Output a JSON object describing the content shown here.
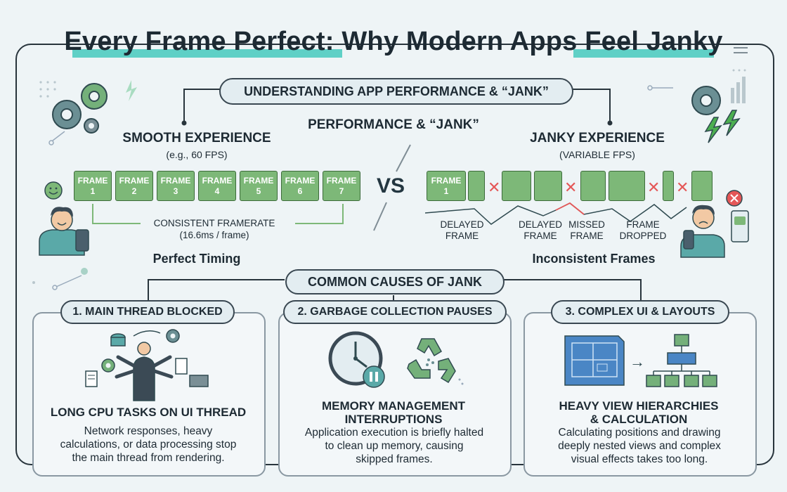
{
  "title": {
    "text": "Every Frame Perfect: Why Modern Apps Feel Janky"
  },
  "understanding": {
    "label": "UNDERSTANDING APP PERFORMANCE & “JANK”",
    "subheading": "PERFORMANCE & “JANK”",
    "vs": "VS"
  },
  "smooth": {
    "title": "SMOOTH EXPERIENCE",
    "subtitle": "(e.g., 60 FPS)",
    "frames": [
      {
        "line1": "FRAME",
        "line2": "1"
      },
      {
        "line1": "FRAME",
        "line2": "2"
      },
      {
        "line1": "FRAME",
        "line2": "3"
      },
      {
        "line1": "FRAME",
        "line2": "4"
      },
      {
        "line1": "FRAME",
        "line2": "5"
      },
      {
        "line1": "FRAME",
        "line2": "6"
      },
      {
        "line1": "FRAME",
        "line2": "7"
      }
    ],
    "note_line1": "CONSISTENT FRAMERATE",
    "note_line2": "(16.6ms / frame)",
    "caption": "Perfect Timing"
  },
  "janky": {
    "title": "JANKY EXPERIENCE",
    "subtitle": "(VARIABLE FPS)",
    "first_frame": {
      "line1": "FRAME",
      "line2": "1"
    },
    "label_delayed_1": {
      "line1": "DELAYED",
      "line2": "FRAME"
    },
    "label_delayed_2": {
      "line1": "DELAYED",
      "line2": "FRAME"
    },
    "label_missed": {
      "line1": "MISSED",
      "line2": "FRAME"
    },
    "label_dropped": {
      "line1": "FRAME",
      "line2": "DROPPED"
    },
    "caption": "Inconsistent Frames"
  },
  "causes": {
    "label": "COMMON CAUSES OF JANK",
    "cards": [
      {
        "title": "1. MAIN THREAD BLOCKED",
        "heading": "LONG CPU TASKS ON UI THREAD",
        "body": [
          "Network responses, heavy",
          "calculations, or data processing stop",
          "the main thread from rendering."
        ]
      },
      {
        "title": "2. GARBAGE COLLECTION PAUSES",
        "heading": [
          "MEMORY MANAGEMENT",
          "INTERRUPTIONS"
        ],
        "body": [
          "Application execution is briefly halted",
          "to clean up memory, causing",
          "skipped frames."
        ]
      },
      {
        "title": "3. COMPLEX UI & LAYOUTS",
        "heading": [
          "HEAVY VIEW HIERARCHIES",
          "& CALCULATION"
        ],
        "body": [
          "Calculating positions and drawing",
          "deeply nested views and complex",
          "visual effects takes too long."
        ]
      }
    ]
  },
  "icons": {
    "gear": "gear-icon",
    "leaf": "leaf-icon",
    "lightning": "lightning-icon",
    "bar_chart": "bar-chart-icon",
    "clock": "clock-icon",
    "recycle": "recycle-icon",
    "blueprint": "blueprint-icon",
    "hierarchy": "hierarchy-icon",
    "person_happy": "happy-user-icon",
    "person_sad": "frustrated-user-icon"
  },
  "colors": {
    "accent": "#5fd0c6",
    "frame_green": "#7db878",
    "error_red": "#e45757",
    "ink": "#1d2a33"
  }
}
